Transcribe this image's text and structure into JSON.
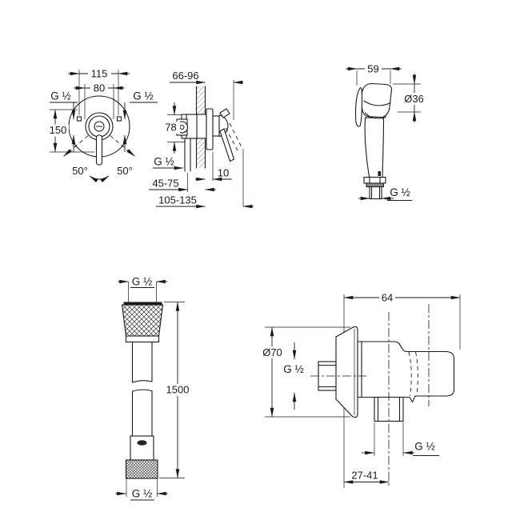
{
  "page": {
    "background": "#ffffff",
    "line_color": "#1a1a1a"
  },
  "views": {
    "valve_front": {
      "dim_width_outer": "115",
      "dim_width_inner": "80",
      "dim_height": "150",
      "thread_left": "G ½",
      "thread_right": "G ½",
      "angle_left": "50°",
      "angle_right": "50°"
    },
    "valve_side": {
      "dim_depth_handle": "66-96",
      "dim_height": "78",
      "thread_supply": "G ½",
      "dim_plate_offset": "10",
      "dim_rough_in": "45-75",
      "dim_depth_total": "105-135"
    },
    "hand_spray": {
      "dim_width": "59",
      "dim_head_diameter": "Ø36",
      "thread": "G ½"
    },
    "hose": {
      "thread_top": "G ½",
      "dim_length": "1500",
      "thread_bottom": "G ½"
    },
    "wall_union": {
      "dim_depth": "64",
      "dim_flange_diameter": "Ø70",
      "thread_inlet": "G ½",
      "thread_outlet": "G ½",
      "dim_outlet_offset": "27-41"
    }
  }
}
